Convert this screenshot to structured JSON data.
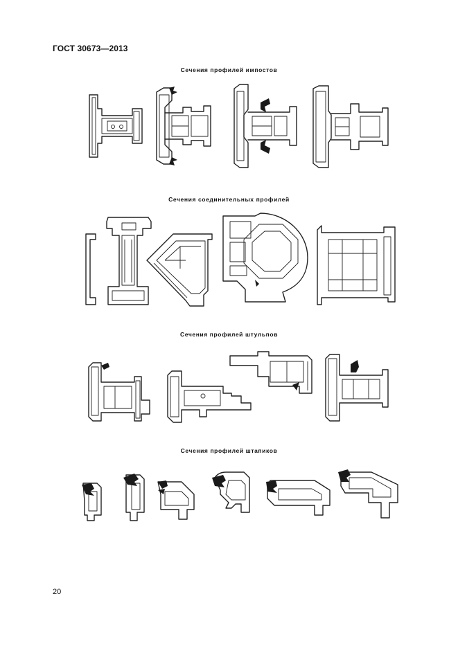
{
  "header": {
    "doc_code": "ГОСТ 30673—2013"
  },
  "sections": [
    {
      "id": "mullion",
      "caption": "Сечения профилей импостов"
    },
    {
      "id": "connector",
      "caption": "Сечения соединительных профилей"
    },
    {
      "id": "shtulp",
      "caption": "Сечения профилей штульпов"
    },
    {
      "id": "bead",
      "caption": "Сечения профилей штапиков"
    }
  ],
  "footer": {
    "page_number": "20"
  }
}
